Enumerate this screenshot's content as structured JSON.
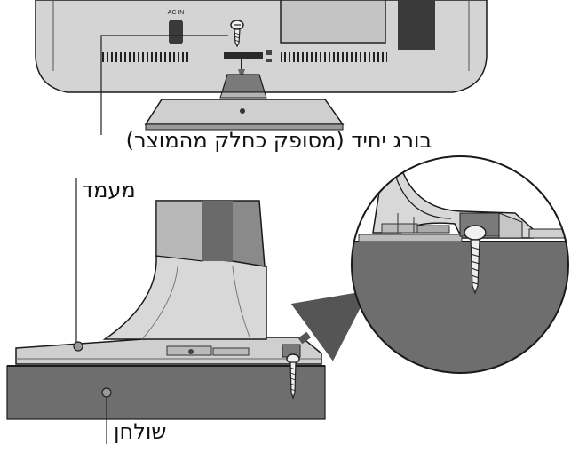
{
  "labels": {
    "screw": "בורג יחיד (מסופק כחלק מהמוצר)",
    "stand": "מעמד",
    "table": "שולחן"
  },
  "tv_back_markings": {
    "ac_in": "AC IN"
  },
  "colors": {
    "tv_body": "#d4d4d4",
    "tv_dark": "#3a3a3a",
    "stand_dark": "#7a7a7a",
    "stand_light": "#cfcfcf",
    "table": "#6e6e6e",
    "outline": "#1a1a1a",
    "arrow": "#555555"
  },
  "icons": {
    "screw": "screw-icon",
    "arrow": "dashed-arrow-icon",
    "magnifier": "zoom-circle-icon"
  }
}
